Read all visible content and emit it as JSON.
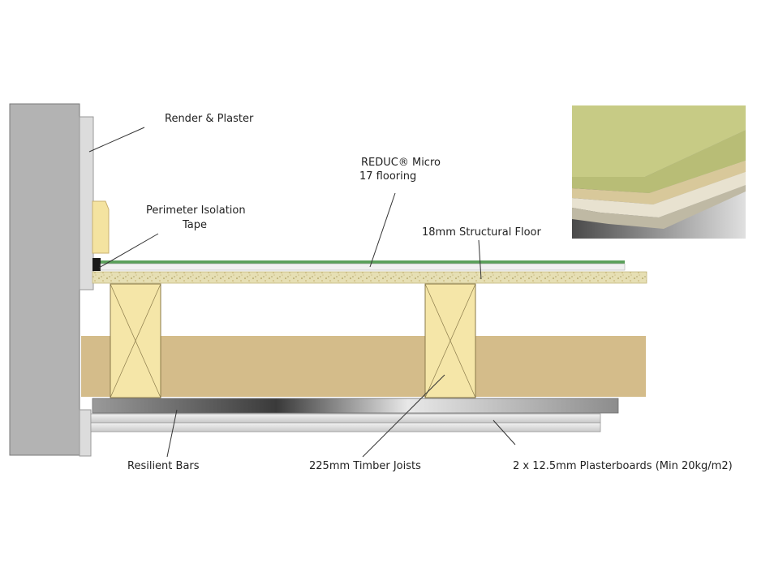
{
  "labels": {
    "render_plaster": "Render & Plaster",
    "reduc_line1": "REDUC® Micro",
    "reduc_line2": "17 flooring",
    "perimeter_line1": "Perimeter Isolation",
    "perimeter_line2": "Tape",
    "structural_floor": "18mm Structural Floor",
    "resilient_bars": "Resilient Bars",
    "timber_joists": "225mm Timber Joists",
    "plasterboards": "2 x 12.5mm Plasterboards (Min 20kg/m2)"
  },
  "colors": {
    "wall": "#b3b3b3",
    "plaster": "#dcdcdc",
    "timber": "#d4bc8a",
    "joist": "#f5e6a8",
    "chipboard": "#e4dcb0",
    "green_layer": "#5aa05a",
    "tape": "#1a1a1a",
    "leader": "#333333"
  },
  "inset_photo": {
    "description_icon": "flooring-sample-photo"
  }
}
